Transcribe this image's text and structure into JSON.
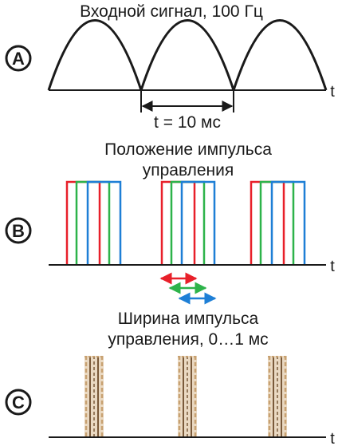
{
  "panel_a": {
    "badge": "A",
    "title": "Входной сигнал, 100 Гц",
    "axis_label": "t",
    "period_label": "t = 10 мс"
  },
  "panel_b": {
    "badge": "B",
    "title_line1": "Положение импульса",
    "title_line2": "управления",
    "axis_label": "t"
  },
  "panel_c": {
    "badge": "C",
    "title_line1": "Ширина импульса",
    "title_line2": "управления, 0…1 мс",
    "axis_label": "t"
  },
  "colors": {
    "line": "#1a1a1a",
    "red": "#e8202a",
    "green": "#2db34a",
    "blue": "#1e7fd6",
    "pulse_tan": "#c8a272",
    "pulse_dark": "#7a5a3a"
  }
}
